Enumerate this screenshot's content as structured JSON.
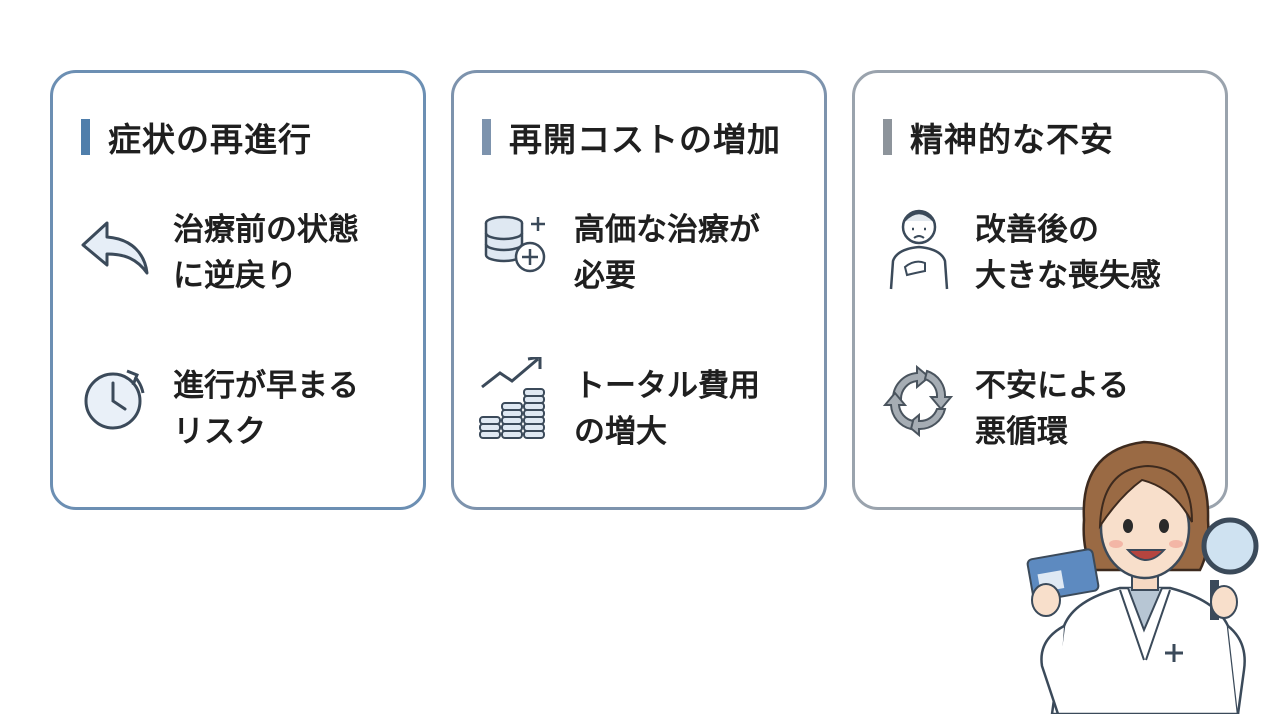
{
  "cards": [
    {
      "title": "症状の再進行",
      "accent": "#4f7eab",
      "items": [
        {
          "icon": "undo-arrow-icon",
          "lines": [
            "治療前の状態",
            "に逆戻り"
          ]
        },
        {
          "icon": "clock-cycle-icon",
          "lines": [
            "進行が早まる",
            "リスク"
          ]
        }
      ]
    },
    {
      "title": "再開コストの増加",
      "accent": "#7d93ad",
      "items": [
        {
          "icon": "coins-plus-icon",
          "lines": [
            "高価な治療が",
            "必要"
          ]
        },
        {
          "icon": "rising-chart-coins-icon",
          "lines": [
            "トータル費用",
            "の増大"
          ]
        }
      ]
    },
    {
      "title": "精神的な不安",
      "accent": "#8d949b",
      "items": [
        {
          "icon": "worried-person-icon",
          "lines": [
            "改善後の",
            "大きな喪失感"
          ]
        },
        {
          "icon": "cycle-arrows-icon",
          "lines": [
            "不安による",
            "悪循環"
          ]
        }
      ]
    }
  ],
  "illustration": {
    "icon": "doctor-with-card-and-magnifier-icon"
  }
}
